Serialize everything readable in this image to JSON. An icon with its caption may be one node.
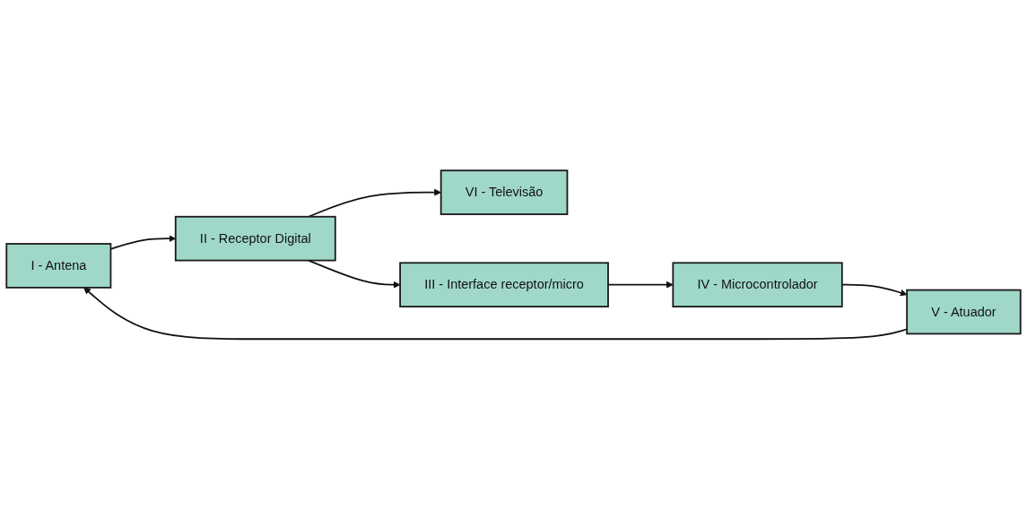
{
  "diagram": {
    "nodes": [
      {
        "text": [
          "I - Antena"
        ]
      },
      {
        "text": [
          "II - Receptor Digital"
        ]
      },
      {
        "text": [
          "VI - Televisão"
        ]
      },
      {
        "text": [
          "V - Atuador"
        ]
      },
      {
        "text": [
          "III - Interface receptor/micro"
        ]
      },
      {
        "text": [
          "IV - Microcontrolador"
        ]
      }
    ],
    "edges": [
      {
        "from": 0,
        "to": 1,
        "arrow": "to"
      },
      {
        "from": 1,
        "to": 2,
        "arrow": "to"
      },
      {
        "from": 1,
        "to": 4,
        "arrow": "to"
      },
      {
        "from": 4,
        "to": 5,
        "arrow": "to"
      },
      {
        "from": 5,
        "to": 3,
        "arrow": "to"
      },
      {
        "from": 3,
        "to": 0,
        "arrow": "to"
      }
    ]
  }
}
